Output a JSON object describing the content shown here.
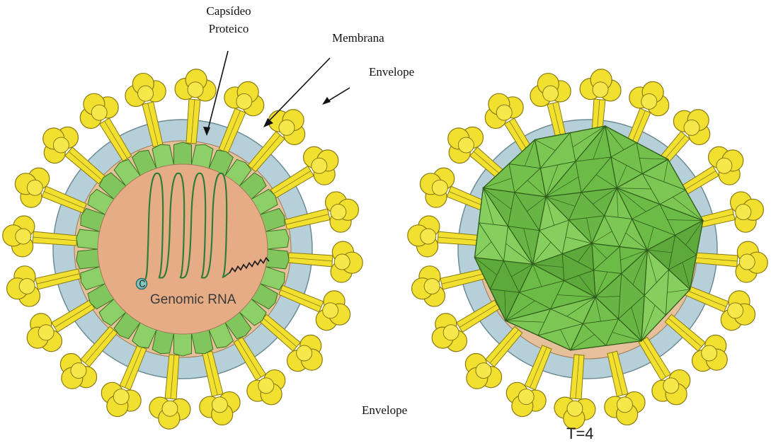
{
  "labels": {
    "capsid_line1": "Capsídeo",
    "capsid_line2": "Proteico",
    "membrane": "Membrana",
    "envelope_top": "Envelope",
    "envelope_bottom": "Envelope",
    "genomic_rna": "Genomic RNA",
    "rna_cap": "c",
    "triangulation": "T=4"
  },
  "colors": {
    "spike_fill": "#f2e031",
    "spike_stroke": "#8a7a10",
    "envelope_fill": "#b5d0d8",
    "membrane_fill": "#e6c09a",
    "capsid_fill": "#8dd068",
    "capsid_stroke": "#3d6f22",
    "interior_fill": "#e6ac86",
    "rna_stroke": "#2e7d3a",
    "polyA_stroke": "#222222",
    "icosahedron_fill": "#6cbb45"
  },
  "icons": [
    "virion-cross-section",
    "virion-exterior",
    "pointer-arrow"
  ]
}
